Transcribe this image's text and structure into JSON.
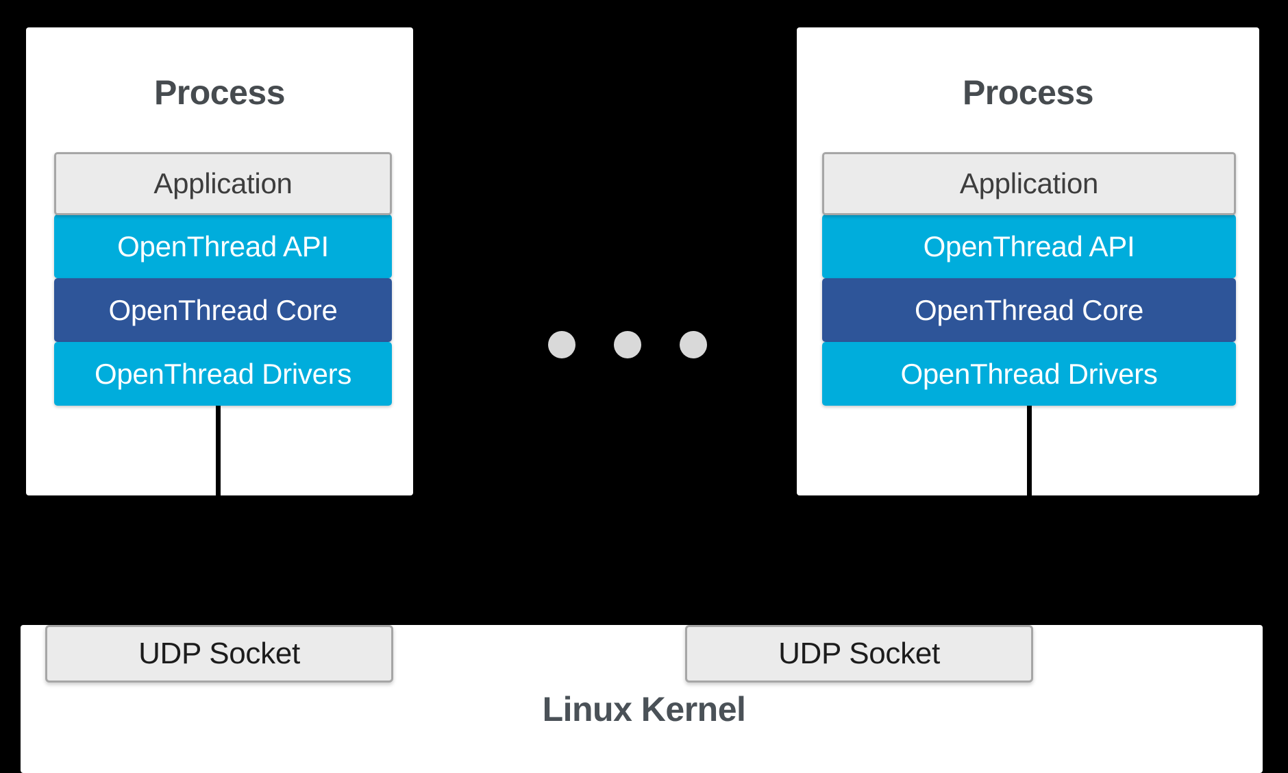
{
  "diagram": {
    "background_color": "#000000",
    "accent_colors": {
      "api_drivers": "#00addc",
      "core": "#2e5599",
      "app_socket_fill": "#ebebeb",
      "app_socket_border": "#a6a6a6",
      "title_text": "#464b4f"
    }
  },
  "processes": [
    {
      "title": "Process",
      "layers": [
        {
          "label": "Application",
          "style": "app"
        },
        {
          "label": "OpenThread API",
          "style": "api"
        },
        {
          "label": "OpenThread Core",
          "style": "core"
        },
        {
          "label": "OpenThread Drivers",
          "style": "drivers"
        }
      ]
    },
    {
      "title": "Process",
      "layers": [
        {
          "label": "Application",
          "style": "app"
        },
        {
          "label": "OpenThread API",
          "style": "api"
        },
        {
          "label": "OpenThread Core",
          "style": "core"
        },
        {
          "label": "OpenThread Drivers",
          "style": "drivers"
        }
      ]
    }
  ],
  "ellipsis": {
    "name": "more-processes-ellipsis",
    "count": 3,
    "color": "#d9d9d9"
  },
  "kernel": {
    "title": "Linux Kernel",
    "sockets": [
      {
        "label": "UDP Socket"
      },
      {
        "label": "UDP Socket"
      }
    ]
  },
  "connections": [
    {
      "name": "left-process-to-kernel-arrow",
      "direction": "up"
    },
    {
      "name": "right-process-to-kernel-arrow",
      "direction": "up"
    }
  ]
}
